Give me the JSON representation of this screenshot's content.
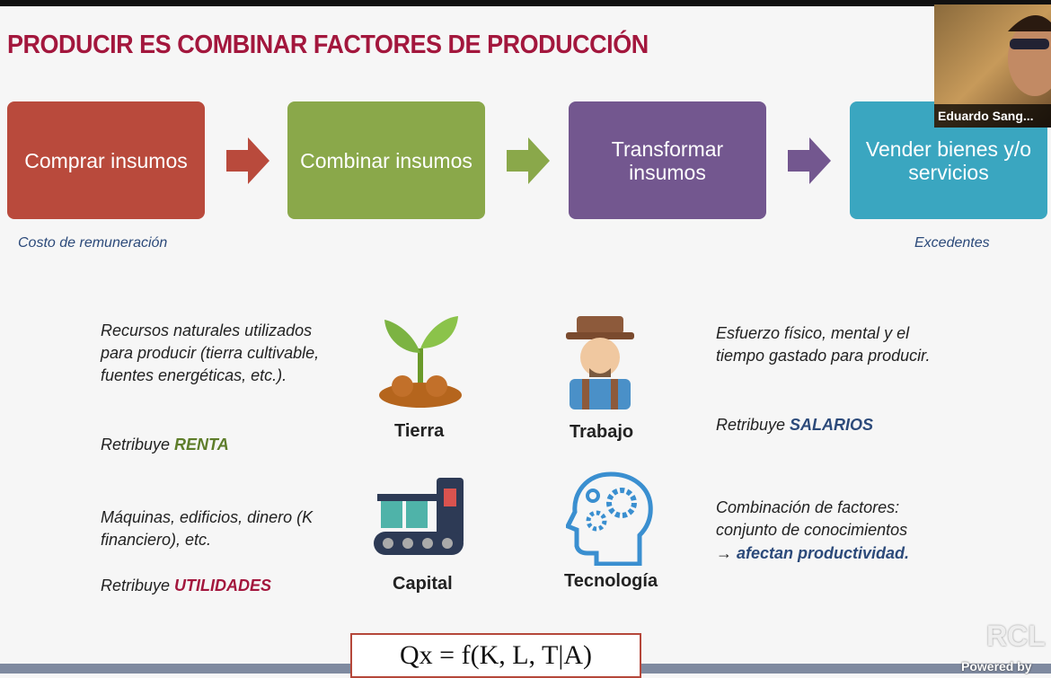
{
  "title": "PRODUCIR ES COMBINAR FACTORES DE PRODUCCIÓN",
  "steps": [
    {
      "label": "Comprar insumos",
      "color": "#b94a3c"
    },
    {
      "label": "Combinar insumos",
      "color": "#8aa84a"
    },
    {
      "label": "Transformar insumos",
      "color": "#73578f"
    },
    {
      "label": "Vender bienes y/o servicios",
      "color": "#3aa6c0"
    }
  ],
  "captions": {
    "left": "Costo de remuneración",
    "right": "Excedentes"
  },
  "factors": {
    "tierra": {
      "label": "Tierra",
      "desc": "Recursos naturales utilizados para producir (tierra cultivable, fuentes energéticas, etc.).",
      "pay_prefix": "Retribuye ",
      "pay": "RENTA",
      "pay_color": "#5e7d2a"
    },
    "trabajo": {
      "label": "Trabajo",
      "desc": "Esfuerzo físico, mental y el tiempo gastado para producir.",
      "pay_prefix": "Retribuye ",
      "pay": "SALARIOS",
      "pay_color": "#2c4a7a"
    },
    "capital": {
      "label": "Capital",
      "desc": "Máquinas, edificios, dinero (K financiero), etc.",
      "pay_prefix": "Retribuye ",
      "pay": "UTILIDADES",
      "pay_color": "#a3173d"
    },
    "tecnologia": {
      "label": "Tecnología",
      "desc": "Combinación de factores: conjunto de conocimientos",
      "desc2_prefix": "→ ",
      "desc2": "afectan productividad.",
      "desc2_color": "#2c4a7a"
    }
  },
  "formula": "Qx = f(K, L, T|A)",
  "video": {
    "participant": "Eduardo Sang..."
  },
  "branding": {
    "logo_text": "RCL",
    "powered": "Powered by"
  }
}
